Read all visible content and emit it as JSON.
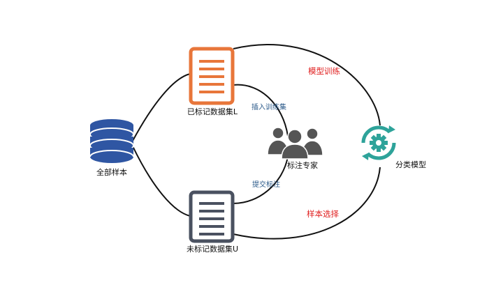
{
  "nodes": {
    "all_samples": {
      "label": "全部样本",
      "icon": "database-icon",
      "color": "#2f56a3"
    },
    "labeled_set": {
      "label": "已标记数据集L",
      "icon": "document-icon",
      "color": "#e8763a"
    },
    "unlabeled_set": {
      "label": "未标记数据集U",
      "icon": "document-icon",
      "color": "#4a5160"
    },
    "experts": {
      "label": "标注专家",
      "icon": "people-icon",
      "color": "#555555"
    },
    "classifier": {
      "label": "分类模型",
      "icon": "gear-cycle-icon",
      "color": "#2ea39a"
    }
  },
  "edges": {
    "insert_training": "插入训练集",
    "submit_label": "提交标注",
    "model_training": "模型训练",
    "sample_selection": "样本选择"
  },
  "colors": {
    "edge_label_blue": "#2b5a8a",
    "edge_label_red": "#e02020",
    "line": "#111111"
  }
}
